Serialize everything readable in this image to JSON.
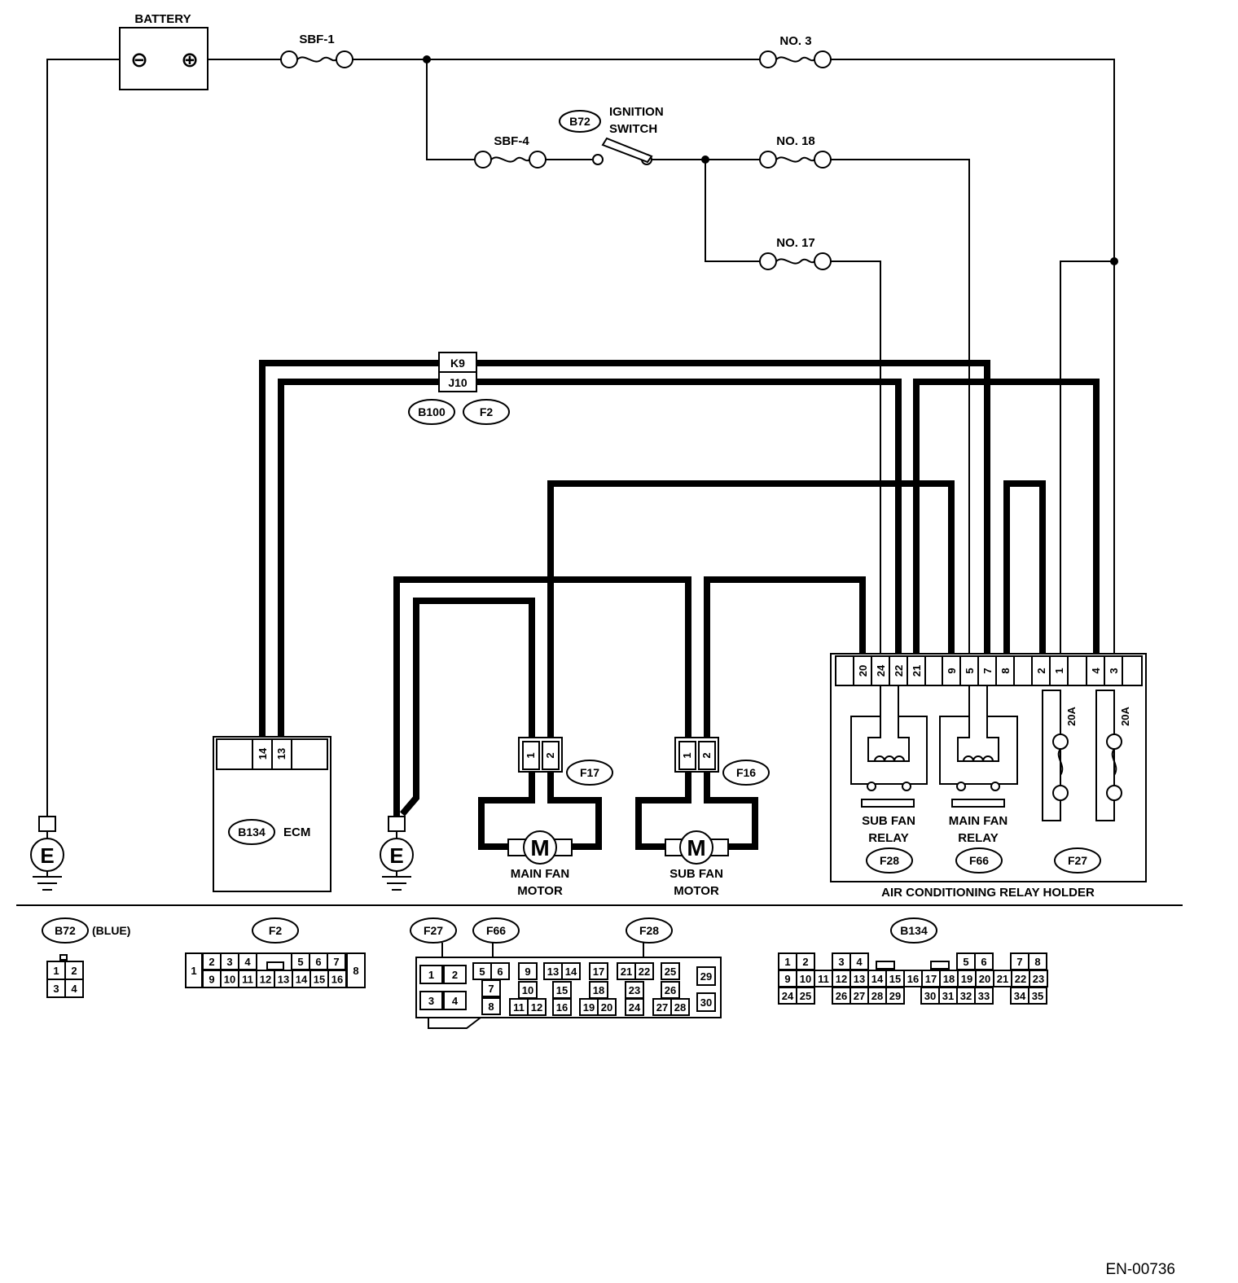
{
  "power": {
    "battery_label": "BATTERY",
    "battery_minus": "⊖",
    "battery_plus": "⊕",
    "sbf1": "SBF-1",
    "sbf4": "SBF-4",
    "no3": "NO. 3",
    "no18": "NO. 18",
    "no17": "NO. 17",
    "ignition_connector": "B72",
    "ignition_line1": "IGNITION",
    "ignition_line2": "SWITCH"
  },
  "joint": {
    "k9": "K9",
    "j10": "J10",
    "b100": "B100",
    "f2": "F2"
  },
  "ecm": {
    "connector": "B134",
    "label": "ECM",
    "pin14": "14",
    "pin13": "13"
  },
  "ground": {
    "symbol": "E"
  },
  "main_fan": {
    "connector": "F17",
    "pin1": "1",
    "pin2": "2",
    "motor_symbol": "M",
    "line1": "MAIN FAN",
    "line2": "MOTOR"
  },
  "sub_fan": {
    "connector": "F16",
    "pin1": "1",
    "pin2": "2",
    "motor_symbol": "M",
    "line1": "SUB FAN",
    "line2": "MOTOR"
  },
  "relay_holder": {
    "pins": [
      "20",
      "24",
      "22",
      "21",
      "9",
      "5",
      "7",
      "8",
      "2",
      "1",
      "4",
      "3"
    ],
    "fuse_a": "20A",
    "fuse_b": "20A",
    "sub_relay_line1": "SUB FAN",
    "sub_relay_line2": "RELAY",
    "main_relay_line1": "MAIN FAN",
    "main_relay_line2": "RELAY",
    "conn_f28": "F28",
    "conn_f66": "F66",
    "conn_f27": "F27",
    "title": "AIR CONDITIONING RELAY HOLDER"
  },
  "connectors": {
    "b72": "B72",
    "b72_color": "(BLUE)",
    "b72_pins": [
      "1",
      "2",
      "3",
      "4"
    ],
    "f2": "F2",
    "f2_pins_top": [
      "2",
      "3",
      "4",
      "5",
      "6",
      "7"
    ],
    "f2_pins_bottom": [
      "9",
      "10",
      "11",
      "12",
      "13",
      "14",
      "15",
      "16"
    ],
    "f2_pin1": "1",
    "f2_pin8": "8",
    "f27": "F27",
    "f66": "F66",
    "f28": "F28",
    "relay_pins": [
      "1",
      "2",
      "3",
      "4",
      "5",
      "6",
      "7",
      "8",
      "9",
      "10",
      "11",
      "12",
      "13",
      "14",
      "15",
      "16",
      "17",
      "18",
      "19",
      "20",
      "21",
      "22",
      "23",
      "24",
      "25",
      "26",
      "27",
      "28",
      "29",
      "30"
    ],
    "b134": "B134",
    "b134_row1": [
      "1",
      "2",
      "3",
      "4",
      "5",
      "6",
      "7",
      "8"
    ],
    "b134_row2": [
      "9",
      "10",
      "11",
      "12",
      "13",
      "14",
      "15",
      "16",
      "17",
      "18",
      "19",
      "20",
      "21",
      "22",
      "23"
    ],
    "b134_row3": [
      "24",
      "25",
      "26",
      "27",
      "28",
      "29",
      "30",
      "31",
      "32",
      "33",
      "34",
      "35"
    ]
  },
  "footer": {
    "code": "EN-00736"
  }
}
